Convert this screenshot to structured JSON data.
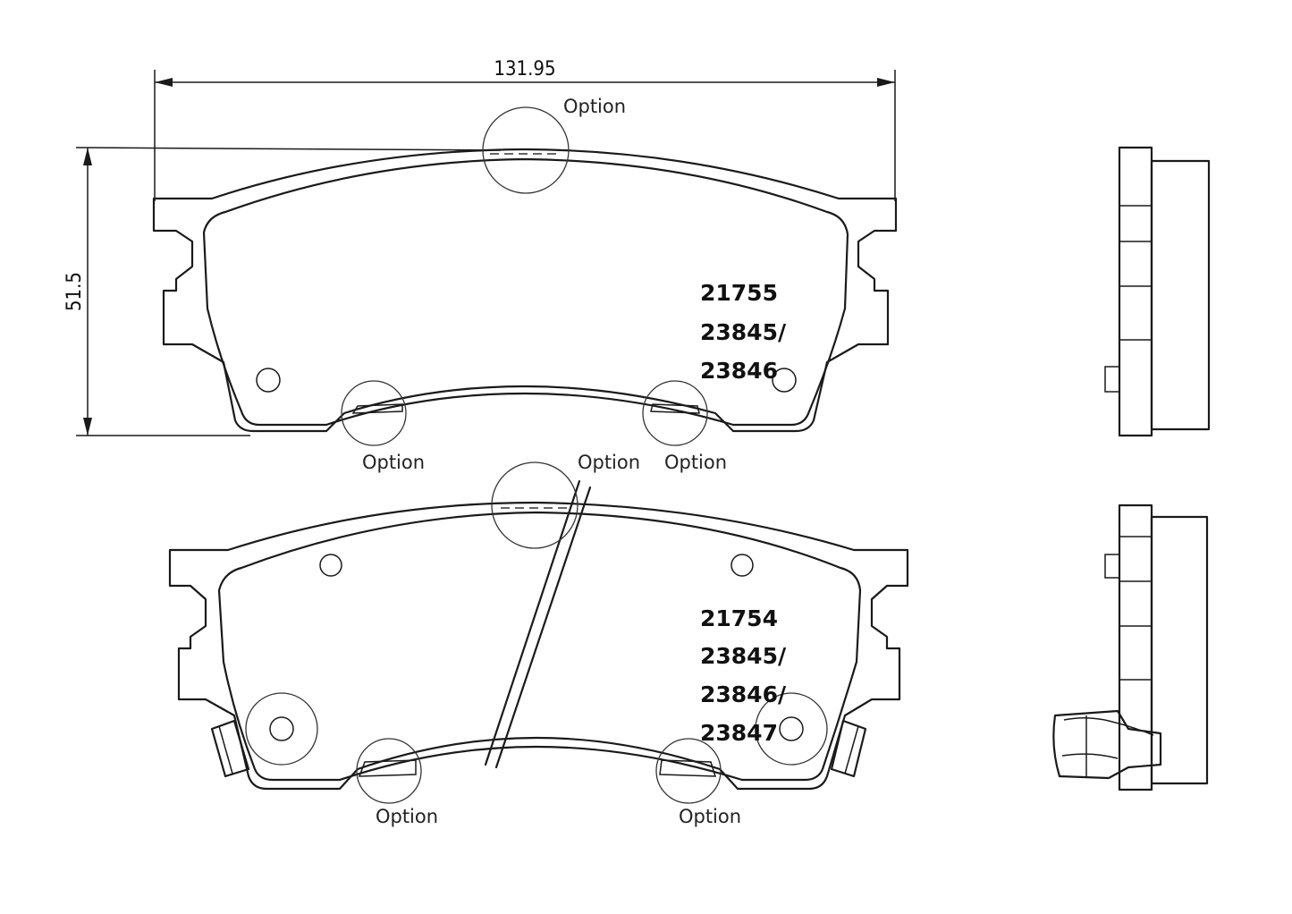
{
  "dimensions": {
    "width": "131.95",
    "height": "51.5"
  },
  "option_label": "Option",
  "upper_pad": {
    "codes": [
      "21755",
      "23845/",
      "23846"
    ]
  },
  "lower_pad": {
    "codes": [
      "21754",
      "23845/",
      "23846/",
      "23847"
    ]
  }
}
